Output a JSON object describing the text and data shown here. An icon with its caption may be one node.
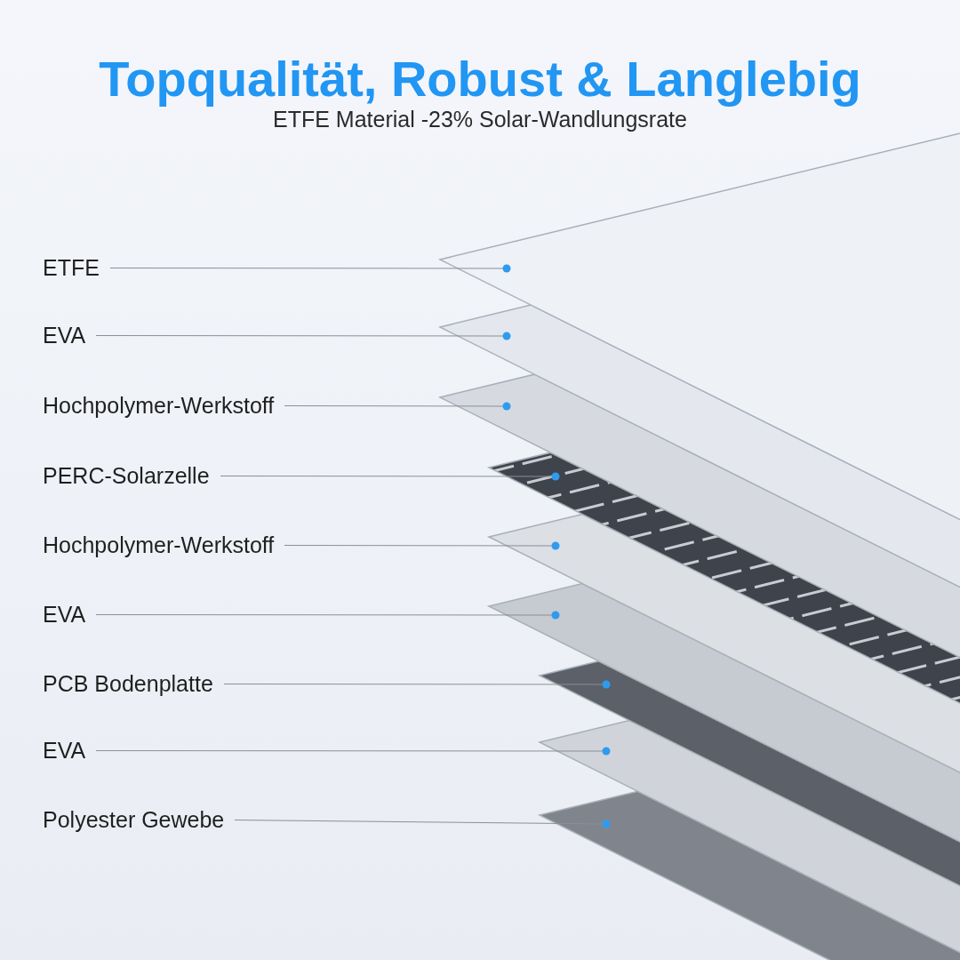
{
  "diagram": {
    "title": "Topqualität, Robust & Langlebig",
    "nodes": [
      {
        "text": [
          "ETFE"
        ]
      },
      {
        "text": [
          "EVA"
        ]
      },
      {
        "text": [
          "Hochpolymer-Werkstoff"
        ]
      },
      {
        "text": [
          "PERC-Solarzelle"
        ]
      },
      {
        "text": [
          "Hochpolymer-Werkstoff"
        ]
      },
      {
        "text": [
          "EVA"
        ]
      },
      {
        "text": [
          "PCB Bodenplatte"
        ]
      },
      {
        "text": [
          "EVA"
        ]
      },
      {
        "text": [
          "Polyester Gewebe"
        ]
      },
      {
        "text": [],
        "shape": "picture"
      },
      {
        "text": [],
        "shape": "picture"
      },
      {
        "text": [],
        "shape": "picture"
      },
      {
        "text": [],
        "shape": "picture"
      },
      {
        "text": [],
        "shape": "picture"
      },
      {
        "text": [],
        "shape": "picture"
      },
      {
        "text": [],
        "shape": "picture"
      },
      {
        "text": [],
        "shape": "picture"
      },
      {
        "text": [],
        "shape": "picture"
      }
    ],
    "edges": [
      {
        "from": 0,
        "to": 9,
        "arrow": "other"
      },
      {
        "from": 1,
        "to": 10,
        "arrow": "other"
      },
      {
        "from": 2,
        "to": 11,
        "arrow": "other"
      },
      {
        "from": 3,
        "to": 12,
        "arrow": "other"
      },
      {
        "from": 4,
        "to": 13,
        "arrow": "other"
      },
      {
        "from": 5,
        "to": 14,
        "arrow": "other"
      },
      {
        "from": 6,
        "to": 15,
        "arrow": "other"
      },
      {
        "from": 7,
        "to": 16,
        "arrow": "other"
      },
      {
        "from": 8,
        "to": 17,
        "arrow": "other"
      }
    ],
    "labels": [
      "ETFE Material -23% Solar-Wandlungsrate"
    ]
  }
}
